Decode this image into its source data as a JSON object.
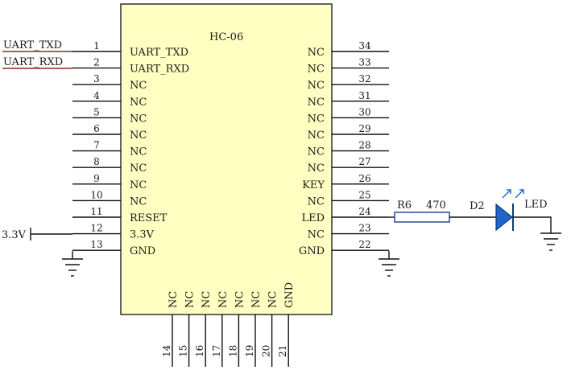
{
  "chip": {
    "title": "HC-06",
    "left_pins": [
      {
        "num": "1",
        "label": "UART_TXD"
      },
      {
        "num": "2",
        "label": "UART_RXD"
      },
      {
        "num": "3",
        "label": "NC"
      },
      {
        "num": "4",
        "label": "NC"
      },
      {
        "num": "5",
        "label": "NC"
      },
      {
        "num": "6",
        "label": "NC"
      },
      {
        "num": "7",
        "label": "NC"
      },
      {
        "num": "8",
        "label": "NC"
      },
      {
        "num": "9",
        "label": "NC"
      },
      {
        "num": "10",
        "label": "NC"
      },
      {
        "num": "11",
        "label": "RESET"
      },
      {
        "num": "12",
        "label": "3.3V"
      },
      {
        "num": "13",
        "label": "GND"
      }
    ],
    "right_pins": [
      {
        "num": "34",
        "label": "NC"
      },
      {
        "num": "33",
        "label": "NC"
      },
      {
        "num": "32",
        "label": "NC"
      },
      {
        "num": "31",
        "label": "NC"
      },
      {
        "num": "30",
        "label": "NC"
      },
      {
        "num": "29",
        "label": "NC"
      },
      {
        "num": "28",
        "label": "NC"
      },
      {
        "num": "27",
        "label": "NC"
      },
      {
        "num": "26",
        "label": "KEY"
      },
      {
        "num": "25",
        "label": "NC"
      },
      {
        "num": "24",
        "label": "LED"
      },
      {
        "num": "23",
        "label": "NC"
      },
      {
        "num": "22",
        "label": "GND"
      }
    ],
    "bottom_pins": [
      {
        "num": "14",
        "label": "NC"
      },
      {
        "num": "15",
        "label": "NC"
      },
      {
        "num": "16",
        "label": "NC"
      },
      {
        "num": "17",
        "label": "NC"
      },
      {
        "num": "18",
        "label": "NC"
      },
      {
        "num": "19",
        "label": "NC"
      },
      {
        "num": "20",
        "label": "NC"
      },
      {
        "num": "21",
        "label": "GND"
      }
    ]
  },
  "nets": {
    "uart_txd": "UART_TXD",
    "uart_rxd": "UART_RXD",
    "power": "3.3V"
  },
  "resistor": {
    "ref": "R6",
    "value": "470"
  },
  "led": {
    "ref": "D2",
    "value": "LED"
  },
  "colors": {
    "chip_fill": "#ffffc2",
    "net_wire": "#8b2a1e",
    "led": "#1e66c8",
    "resistor_outline": "#1e3a8a"
  }
}
